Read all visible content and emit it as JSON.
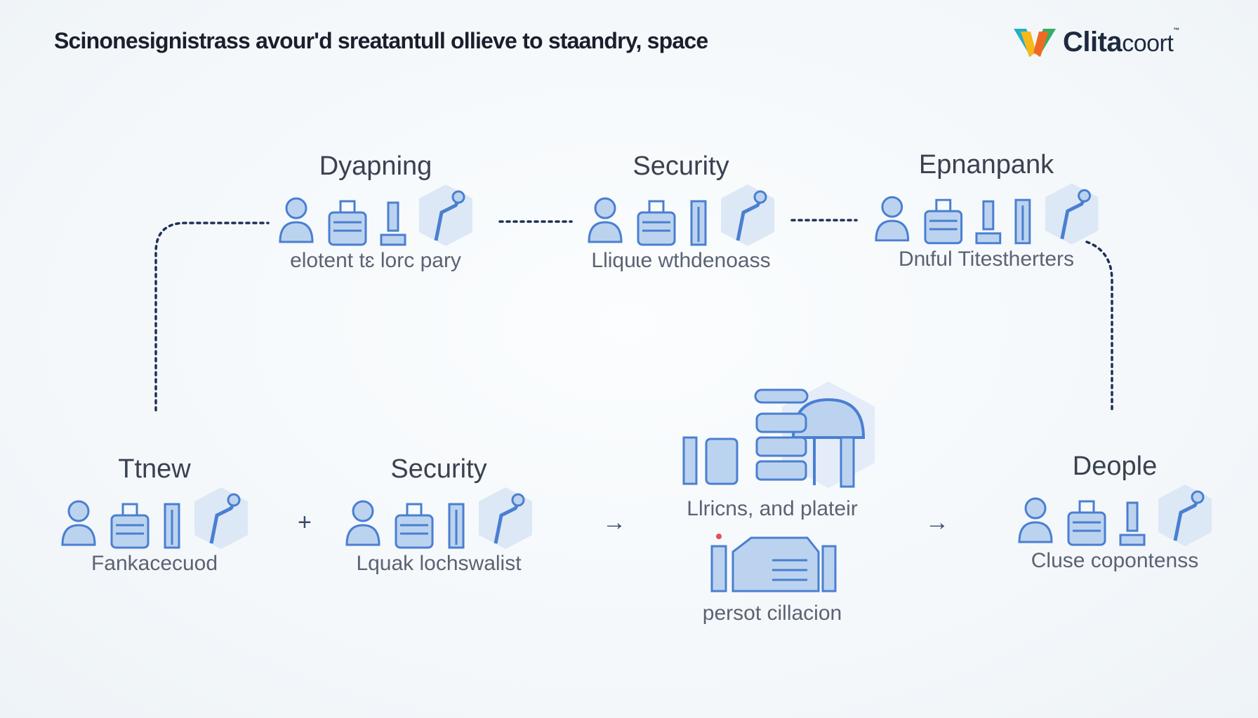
{
  "header": {
    "title": "Scinonesignistrass avour'd sreatantull ollieve to staandry, space",
    "brand_name_bold": "Clita",
    "brand_name_light": "coort",
    "brand_tm": "™"
  },
  "colors": {
    "icon_blue": "#4a7fd1",
    "icon_light": "#bcd3ef",
    "connector": "#1f2f55",
    "brand_yellow": "#f6b81a",
    "brand_orange": "#ee6a24",
    "brand_teal": "#1fb1c9"
  },
  "top_row": [
    {
      "title": "Dyapning",
      "subtitle": "elotent tɛ lorc pary"
    },
    {
      "title": "Security",
      "subtitle": "Lliquɩe wthdenoass"
    },
    {
      "title": "Epnanpank",
      "subtitle": "Dnɩful Titestherters"
    }
  ],
  "bottom_row": [
    {
      "title": "Ttnew",
      "subtitle": "Fankacecuod"
    },
    {
      "title": "Security",
      "subtitle": "Lquak lochswalist"
    },
    {
      "title": "Llricns, and plateir",
      "subtitle": "persot cillacion"
    },
    {
      "title": "Deople",
      "subtitle": "Cluse copontenss"
    }
  ],
  "operators": {
    "plus": "+",
    "arrow1": "→",
    "arrow2": "→"
  }
}
